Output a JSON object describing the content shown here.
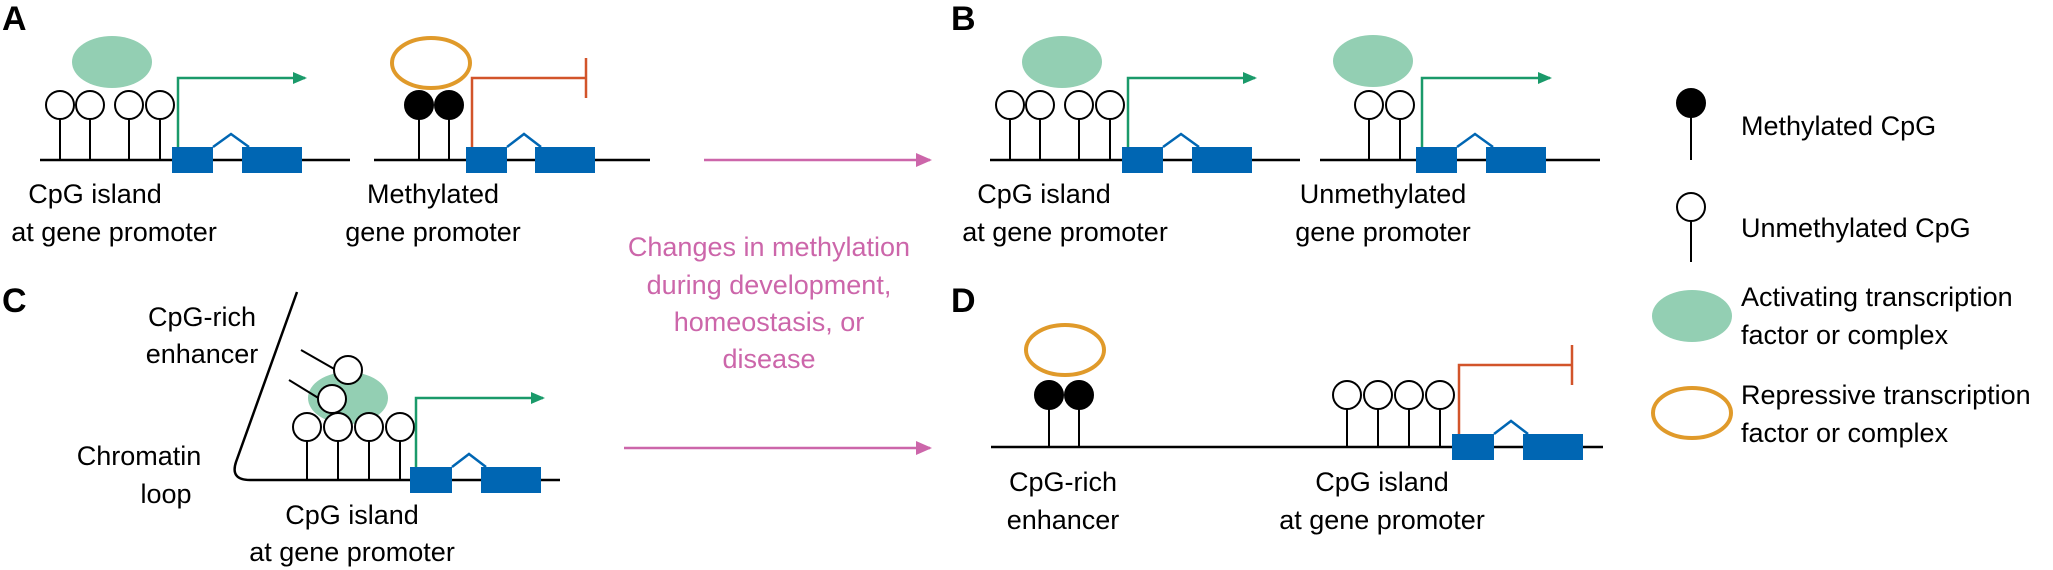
{
  "panels": {
    "a": {
      "letter": "A",
      "left_label": [
        "CpG island",
        "at gene promoter"
      ],
      "right_label": [
        "Methylated",
        "gene promoter"
      ]
    },
    "b": {
      "letter": "B",
      "left_label": [
        "CpG island",
        "at gene promoter"
      ],
      "right_label": [
        "Unmethylated",
        "gene promoter"
      ]
    },
    "c": {
      "letter": "C",
      "enhancer_label": [
        "CpG-rich",
        "enhancer"
      ],
      "loop_label": [
        "Chromatin",
        "loop"
      ],
      "promoter_label": [
        "CpG island",
        "at gene promoter"
      ]
    },
    "d": {
      "letter": "D",
      "enhancer_label": [
        "CpG-rich",
        "enhancer"
      ],
      "promoter_label": [
        "CpG island",
        "at gene promoter"
      ]
    }
  },
  "middle_caption": [
    "Changes in methylation",
    "during development,",
    "homeostasis, or",
    "disease"
  ],
  "legend": {
    "methylated": "Methylated CpG",
    "unmethylated": "Unmethylated CpG",
    "activating": [
      "Activating transcription",
      "factor or complex"
    ],
    "repressive": [
      "Repressive transcription",
      "factor or complex"
    ]
  },
  "colors": {
    "gene_block": "#0066b3",
    "activator": "#93cfb3",
    "repressor": "#e09a2a",
    "active_arrow": "#1a9a6a",
    "repressed_arrow": "#d2542a",
    "transition_arrow": "#cc66aa",
    "dna": "#000000"
  }
}
